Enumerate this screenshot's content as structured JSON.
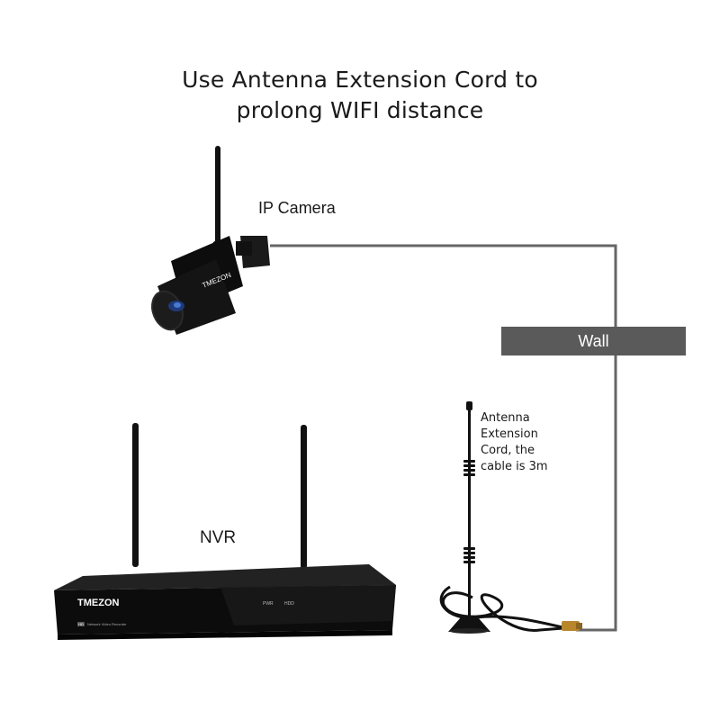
{
  "title": {
    "line1": "Use Antenna Extension Cord to",
    "line2": "prolong WIFI distance"
  },
  "labels": {
    "camera": "IP Camera",
    "nvr": "NVR",
    "wall": "Wall",
    "antenna": [
      "Antenna",
      "Extension",
      "Cord, the",
      "cable is 3m"
    ]
  },
  "devices": {
    "camera_brand": "TMEZON",
    "nvr_brand": "TMEZON",
    "nvr_indicators": [
      "PWR",
      "HDD"
    ],
    "nvr_badge": "HD",
    "nvr_subtitle": "Network Video Recorder"
  },
  "colors": {
    "cable": "#666666",
    "wall": "#5a5a5a",
    "device": "#111111"
  }
}
